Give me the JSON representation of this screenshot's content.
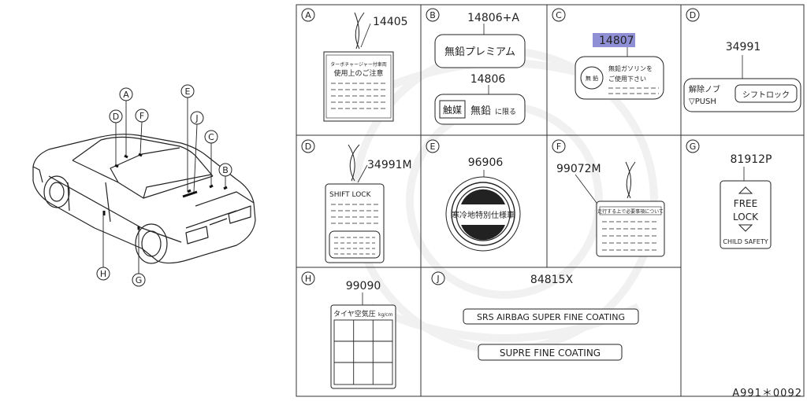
{
  "car": {
    "callouts": [
      "A",
      "B",
      "C",
      "D",
      "E",
      "F",
      "G",
      "H",
      "J"
    ]
  },
  "panels": {
    "A": {
      "letter": "A",
      "part": "14405",
      "tag_line1": "ターボチャージャー付車両",
      "tag_line2": "使用上のご注意"
    },
    "B": {
      "letter": "B",
      "part_top": "14806+A",
      "label_top": "無鉛プレミアム",
      "part_bottom": "14806",
      "box_text": "触媒",
      "label_bottom": "無鉛",
      "label_bottom_small": "に限る"
    },
    "C": {
      "letter": "C",
      "part": "14807",
      "circle_text": "無 鉛",
      "line1": "無鉛ガソリンを",
      "line2": "ご使用下さい"
    },
    "D1": {
      "letter": "D",
      "part": "34991",
      "left_line1": "解除ノブ",
      "left_line2": "▽PUSH",
      "right_box": "シフトロック"
    },
    "D2": {
      "letter": "D",
      "part": "34991M",
      "title": "SHIFT LOCK"
    },
    "E": {
      "letter": "E",
      "part": "96906",
      "band_text": "寒冷地特別仕様車"
    },
    "F": {
      "letter": "F",
      "part": "99072M",
      "title": "走行する上で必要事項について"
    },
    "G": {
      "letter": "G",
      "part": "81912P",
      "line1": "FREE",
      "line2": "LOCK",
      "bottom": "CHILD SAFETY"
    },
    "H": {
      "letter": "H",
      "part": "99090",
      "title": "タイヤ空気圧",
      "unit": "kg/cm"
    },
    "J": {
      "letter": "J",
      "part": "84815X",
      "label1": "SRS AIRBAG SUPER FINE COATING",
      "label2": "SUPRE FINE COATING"
    }
  },
  "footer": {
    "code": "A991＊0092"
  },
  "colors": {
    "line": "#222222",
    "highlight": "#8f8fd6",
    "watermark": "#ececec"
  }
}
